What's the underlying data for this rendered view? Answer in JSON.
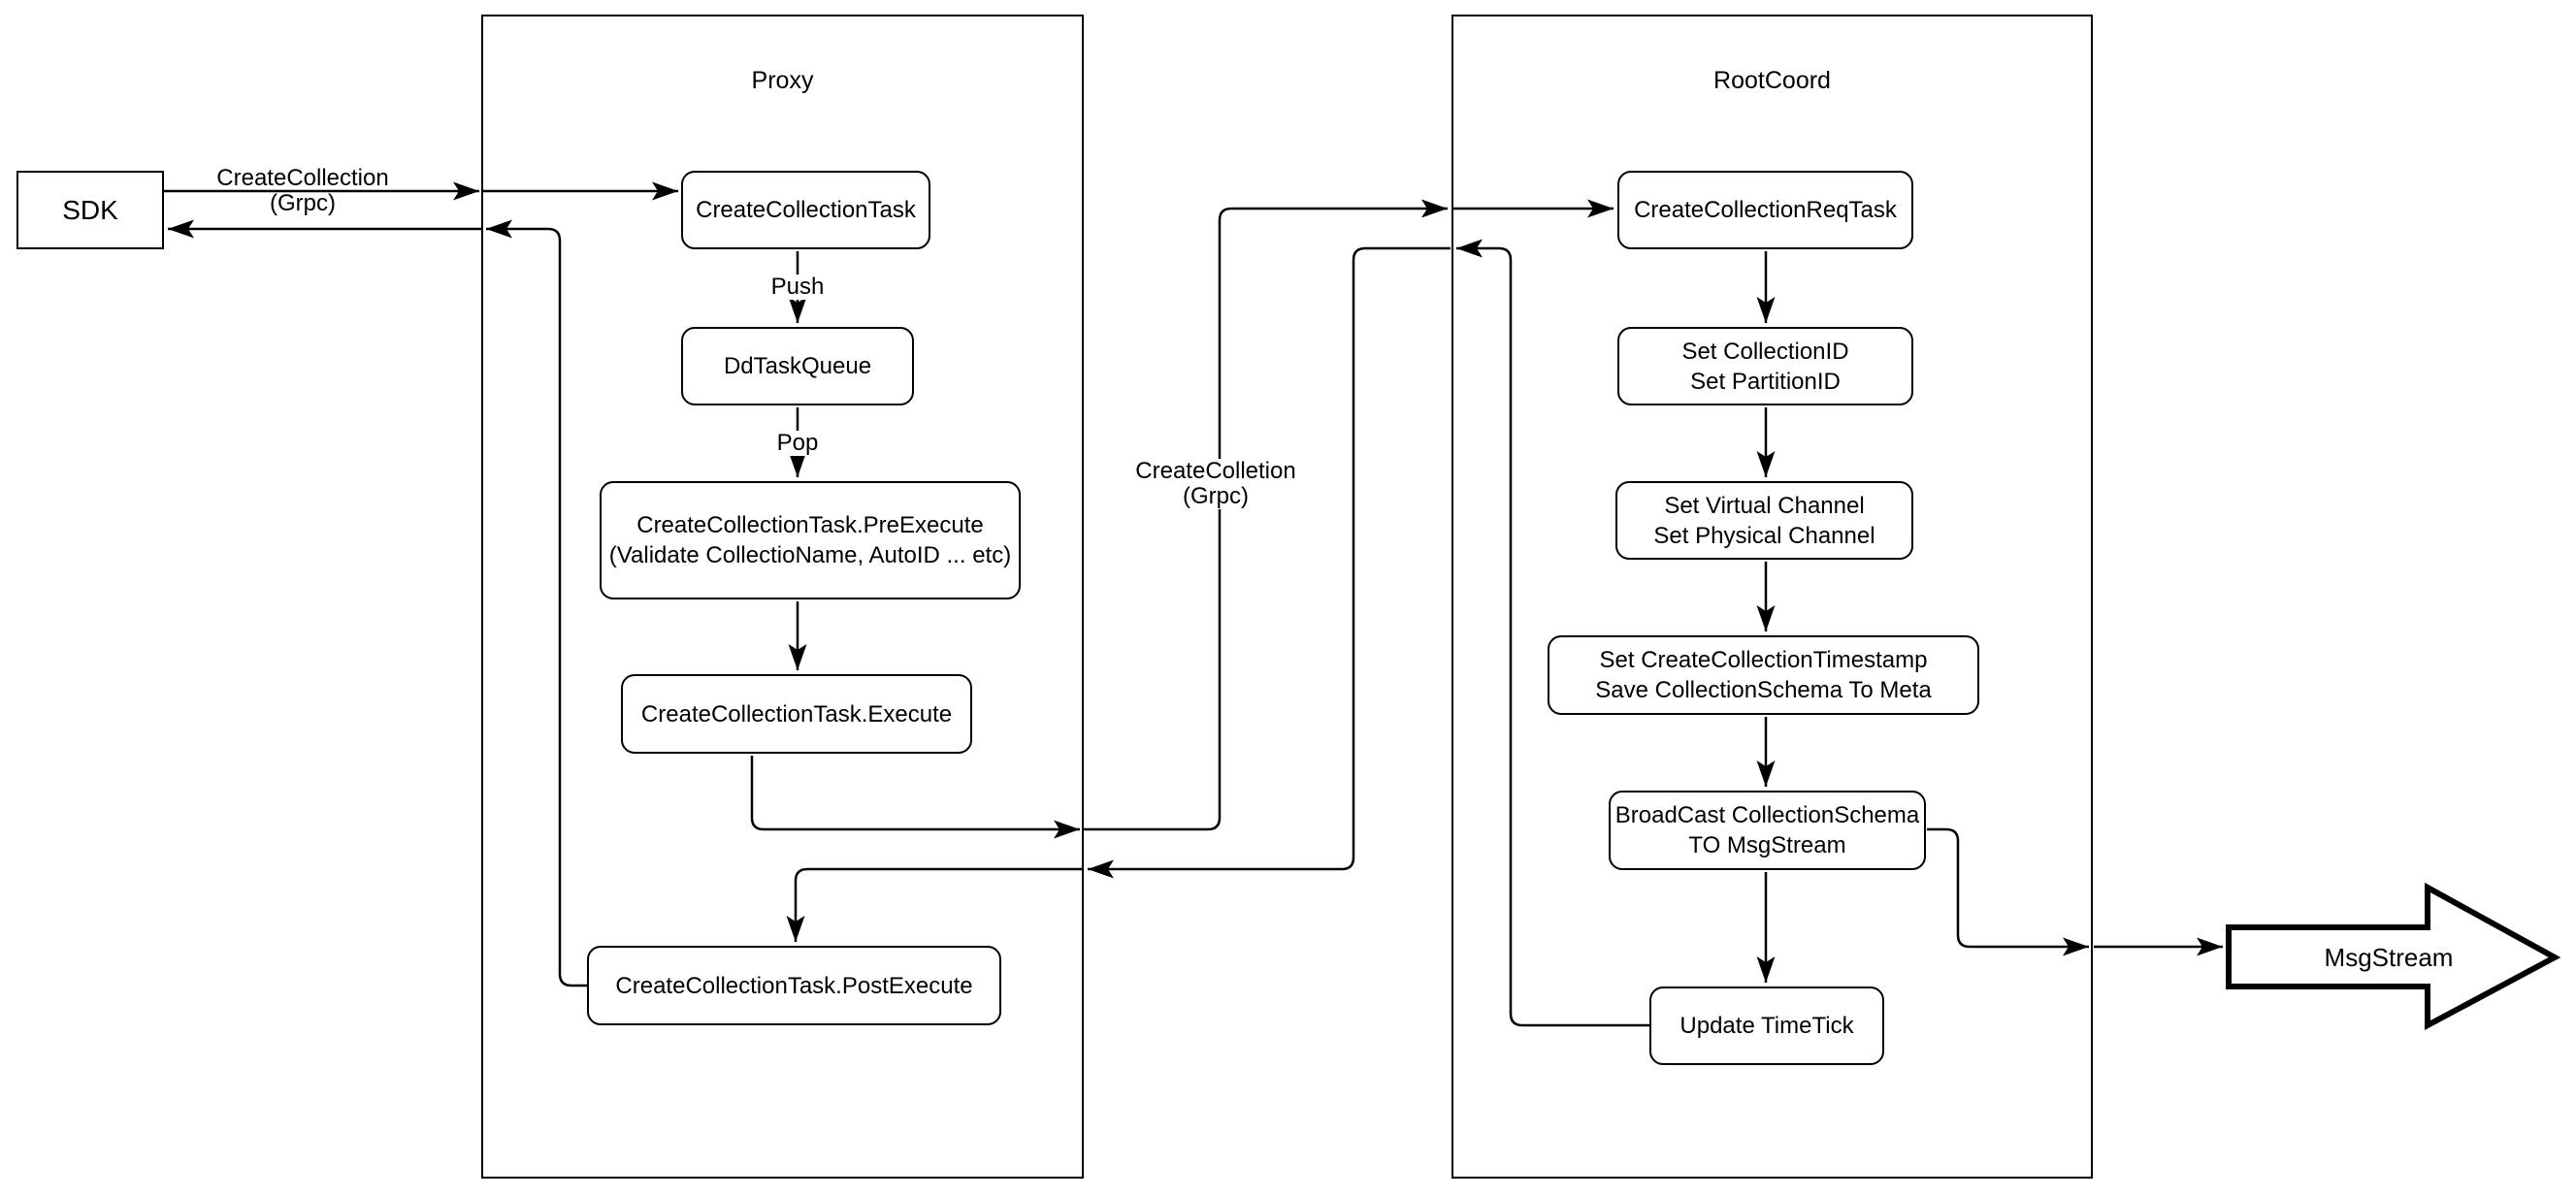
{
  "diagram": {
    "sdk": {
      "label": "SDK"
    },
    "labels": {
      "create_collection_grpc": {
        "line1": "CreateCollection",
        "line2": "(Grpc)"
      },
      "push": "Push",
      "pop": "Pop",
      "create_colletion_grpc": {
        "line1": "CreateColletion",
        "line2": "(Grpc)"
      }
    },
    "proxy": {
      "title": "Proxy",
      "nodes": {
        "create_collection_task": "CreateCollectionTask",
        "dd_task_queue": "DdTaskQueue",
        "pre_execute": {
          "line1": "CreateCollectionTask.PreExecute",
          "line2": "(Validate CollectioName, AutoID ... etc)"
        },
        "execute": "CreateCollectionTask.Execute",
        "post_execute": "CreateCollectionTask.PostExecute"
      }
    },
    "rootcoord": {
      "title": "RootCoord",
      "nodes": {
        "create_collection_req_task": "CreateCollectionReqTask",
        "set_ids": {
          "line1": "Set CollectionID",
          "line2": "Set PartitionID"
        },
        "set_channels": {
          "line1": "Set Virtual Channel",
          "line2": "Set Physical Channel"
        },
        "set_timestamp": {
          "line1": "Set CreateCollectionTimestamp",
          "line2": "Save CollectionSchema To Meta"
        },
        "broadcast": {
          "line1": "BroadCast CollectionSchema",
          "line2": "TO MsgStream"
        },
        "update_timetick": "Update TimeTick"
      }
    },
    "msgstream": {
      "label": "MsgStream"
    },
    "colors": {
      "line": "#000000",
      "node_fill": "#ffffff",
      "canvas": "#ffffff"
    }
  }
}
